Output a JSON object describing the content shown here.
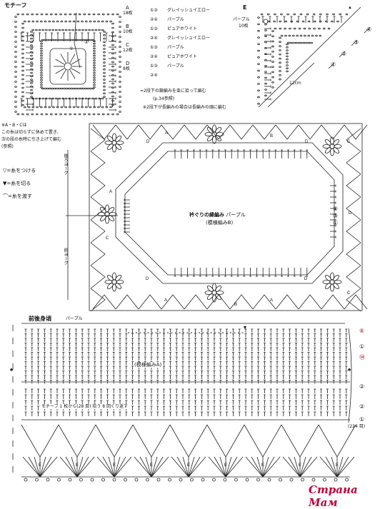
{
  "motif": {
    "title": "モチーフ"
  },
  "color_table": {
    "rows": [
      {
        "group": "A",
        "count": "18枚",
        "rounds": "①③",
        "color": "グレイッシュイエロー"
      },
      {
        "group": "",
        "count": "",
        "rounds": "②④",
        "color": "パープル"
      },
      {
        "group": "B",
        "count": "10枚",
        "rounds": "①③",
        "color": "ピュアホワイト"
      },
      {
        "group": "",
        "count": "",
        "rounds": "②④",
        "color": "グレイッシュイエロー"
      },
      {
        "group": "C",
        "count": "12枚",
        "rounds": "①③",
        "color": "パープル"
      },
      {
        "group": "",
        "count": "",
        "rounds": "②④",
        "color": "ピュアホワイト"
      },
      {
        "group": "D",
        "count": "8枚",
        "rounds": "①③",
        "color": "パープル"
      },
      {
        "group": "",
        "count": "",
        "rounds": "②④",
        "color": ""
      }
    ],
    "note1": "=2段下の鎖編みを束に拾って編む",
    "note1b": "(p.34参照)",
    "note2": "※2段下が長編みの場合は長編みの頭に編む"
  },
  "motif_e": {
    "label": "E",
    "color": "パープル",
    "count": "10枚",
    "size": "12cm",
    "rounds": [
      "①",
      "②",
      "③",
      "④"
    ]
  },
  "legend": {
    "abc_note": "※A・B・Cは",
    "abc_note2": "この糸は切らずに休めて置き、",
    "abc_note3": "次の段の糸時に引き上げて編む",
    "abc_note4": "(参照)",
    "attach": "=糸をつける",
    "cut": "=糸を切る",
    "pass": "=糸を渡す"
  },
  "yoke": {
    "back_label": "後ろヨーク",
    "front_label": "前ヨーク",
    "neck_title": "衿ぐりの縁編み",
    "neck_color": "パープル",
    "neck_pattern": "(模様編みB)",
    "motif_letters": [
      "A",
      "B",
      "C",
      "D"
    ],
    "round_markers": [
      "②",
      "③",
      "①"
    ]
  },
  "body": {
    "title": "前後身頃",
    "color": "パープル",
    "pattern": "(模様編みA)",
    "pickup_note": "モチーフ 1 枚から(28 目) 拾う 8 回くり返す",
    "stitch_count": "(224 目)",
    "row_labels": [
      "⑥",
      "①",
      "⑭",
      "②",
      "②",
      "①"
    ]
  },
  "watermark": {
    "text": "Страна Мам"
  }
}
